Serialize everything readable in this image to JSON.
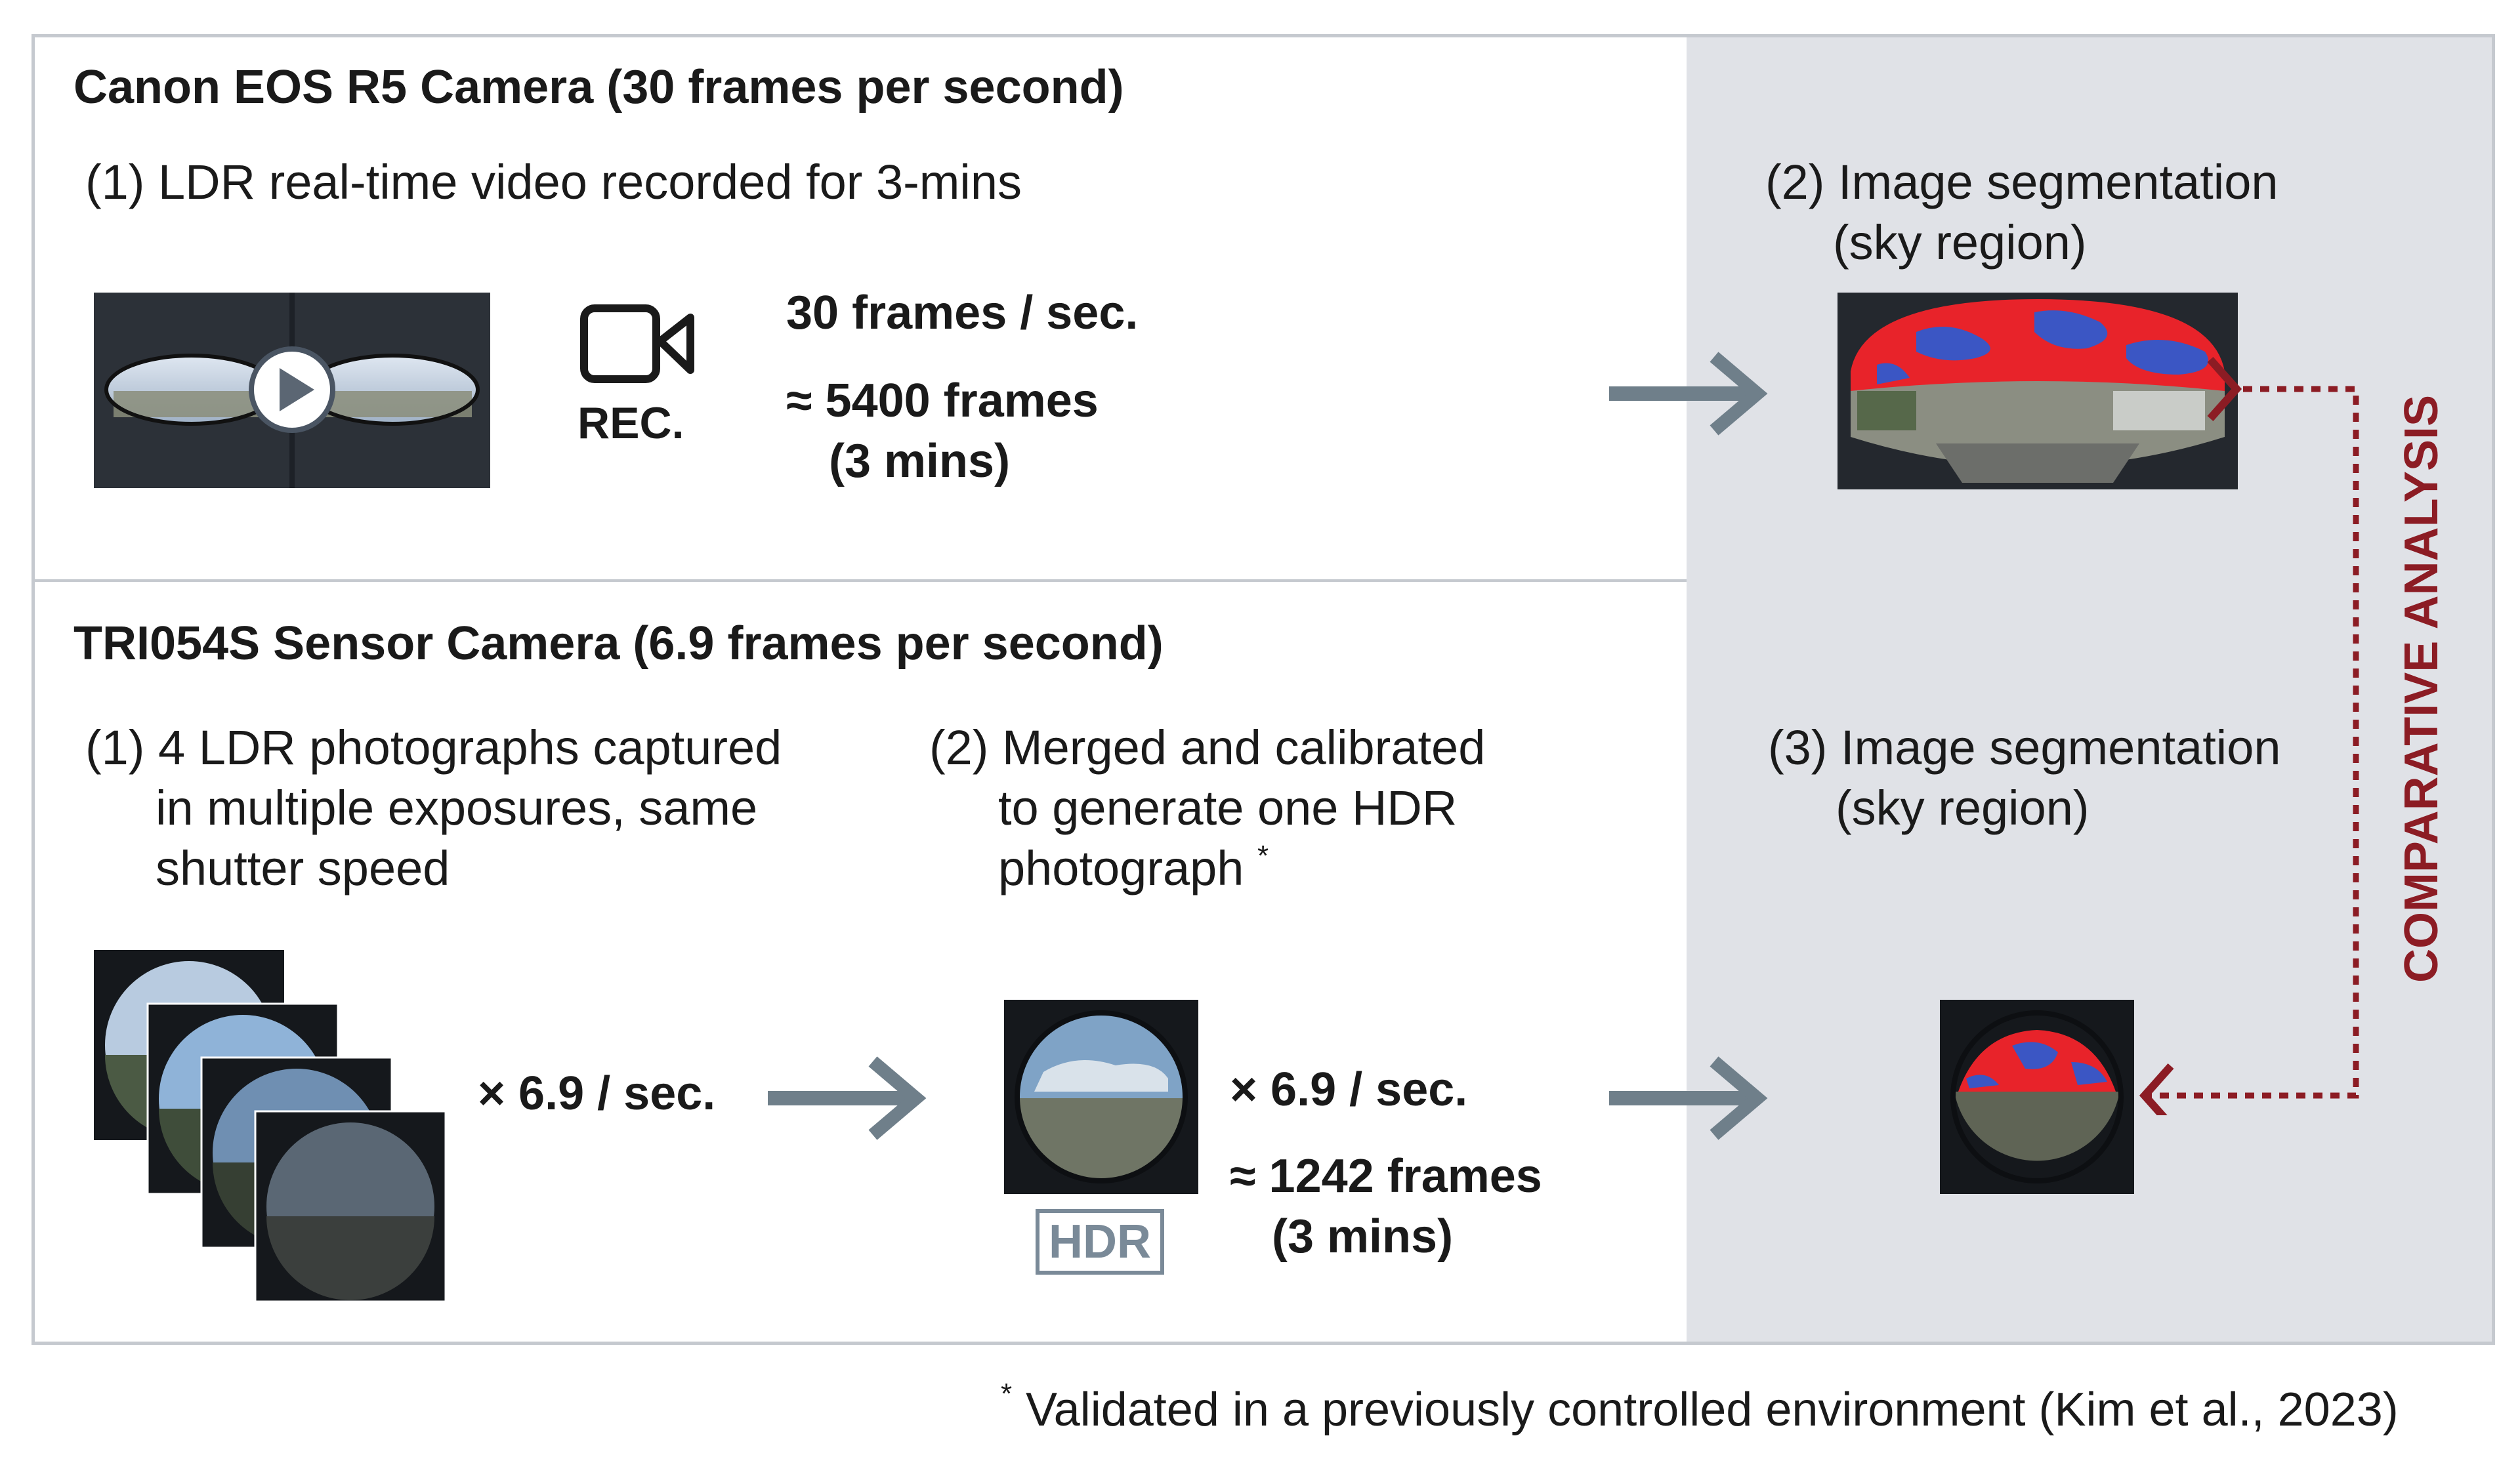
{
  "top": {
    "title": "Canon EOS R5 Camera (30 frames per second)",
    "step1": "(1) LDR real-time video recorded for 3-mins",
    "rec_label": "REC.",
    "rate": "30 frames / sec.",
    "frames": "≈ 5400 frames",
    "duration": "(3 mins)",
    "step2_line1": "(2) Image segmentation",
    "step2_line2": "(sky region)"
  },
  "bottom": {
    "title": "TRI054S Sensor Camera (6.9 frames per second)",
    "step1_lines": [
      "(1) 4 LDR photographs captured",
      "in multiple exposures, same",
      "shutter speed"
    ],
    "rate1": "× 6.9 / sec.",
    "step2_lines": [
      "(2) Merged and calibrated",
      "to generate one HDR",
      "photograph"
    ],
    "step2_mark": "*",
    "hdr_label": "HDR",
    "rate2": "× 6.9 / sec.",
    "frames": "≈ 1242 frames",
    "duration": "(3 mins)",
    "step3_line1": "(3) Image segmentation",
    "step3_line2": "(sky region)"
  },
  "comparative": "COMPARATIVE ANALYSIS",
  "footnote": {
    "mark": "*",
    "text": "Validated in a previously controlled environment (Kim et al., 2023)"
  },
  "colors": {
    "arrow": "#6f7f8a",
    "comparative": "#8c1c24",
    "sky_red": "#e8232a",
    "sky_blue": "#3b56c4",
    "panel_gray": "#e0e2e7"
  }
}
